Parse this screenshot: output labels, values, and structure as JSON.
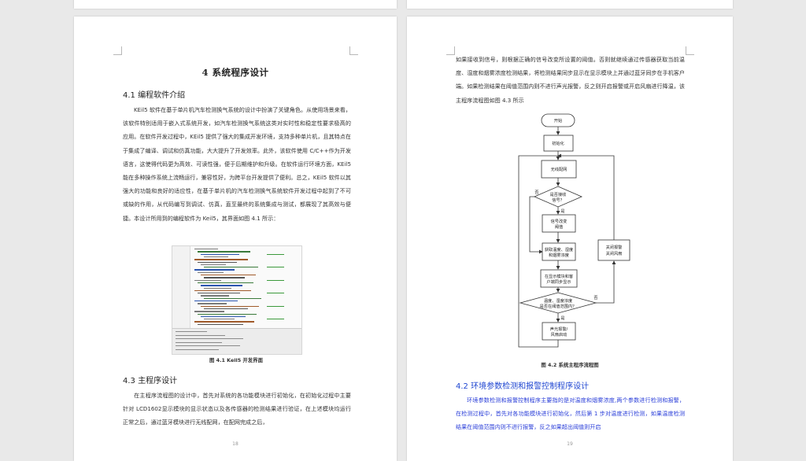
{
  "left_page": {
    "chapter_title": "4  系统程序设计",
    "section_41": "4.1  编程软件介绍",
    "para_41": "KEil5 软件在基于单片机汽车检测换气系统的设计中扮演了关键角色。从使用场景来看，该软件特别适用于嵌入式系统开发，如汽车检测换气系统这类对实时性和稳定性要求极高的应用。在软件开发过程中，KEil5 提供了强大的集成开发环境，支持多种单片机，且其特点在于集成了编译、调试和仿真功能，大大提升了开发效率。此外，该软件使用 C/C++作为开发语言，这使得代码更为高效、可读性强，便于后期维护和升级。在软件运行环境方面，KEil5 能在多种操作系统上流畅运行，兼容性好，为跨平台开发提供了便利。总之，KEil5 软件以其强大的功能和良好的适应性，在基于单片机的汽车检测换气系统软件开发过程中起到了不可或缺的作用，从代码编写到调试、仿真，直至最终的系统集成与测试，都展现了其高效与便捷。本设计所用到的编程软件为 Keil5，其界面如图 4.1 所示：",
    "figure_caption": "图 4.1 Keil5 开发界面",
    "section_43": "4.3  主程序设计",
    "para_43": "在主程序流程图的设计中，首先对系统的各功能模块进行初始化，在初始化过程中主要针对 LCD1602显示模块的显示状态以及各传感器的检测结果进行验证，在上述模块均运行正常之后，通过蓝牙模块进行无线配网，在配网完成之后，",
    "page_number": "18"
  },
  "right_page": {
    "para_top": "如果接收到信号，则根据正确的信号改变所设置的阈值。否则就继续通过传感器获取当前温度、湿度和烟雾浓度检测结果，将检测结果同步显示在显示模块上并通过蓝牙同步在手机客户端。如果检测结果在阈值范围内则不进行声光报警，反之则开启报警或开启风扇进行降温，该主程序流程图如图 4.3 所示",
    "flowchart": {
      "start": "开始",
      "init": "初始化",
      "network": "无线配网",
      "decision1": [
        "是否接收",
        "信号？"
      ],
      "no_label_1": "否",
      "yes_label_1": "是",
      "set_threshold": [
        "信号改变",
        "阈值"
      ],
      "acquire": [
        "获取温度、湿度",
        "和烟雾浓度"
      ],
      "display": [
        "在显示模块和客",
        "户端同步显示"
      ],
      "decision2": [
        "温度、湿度浓度",
        "是否在阈值范围内？"
      ],
      "no_label_2": "否",
      "yes_label_2": "是",
      "alarm": [
        "声光报警/",
        "风扇启动"
      ],
      "close": [
        "关闭报警",
        "关闭风扇"
      ]
    },
    "figure_caption": "图 4.2  系统主程序流程图",
    "section_42": "4.2  环境参数检测和报警控制程序设计",
    "para_42": "环境参数检测和报警控制程序主要指的是对温度和烟雾浓度,两个参数进行检测和报警，在检测过程中，首先对各功能模块进行初始化，然后第 1 步对温度进行检测，如果温度检测结果在阈值范围内则不进行报警，反之如果超出阈值则开启",
    "page_number": "19"
  }
}
